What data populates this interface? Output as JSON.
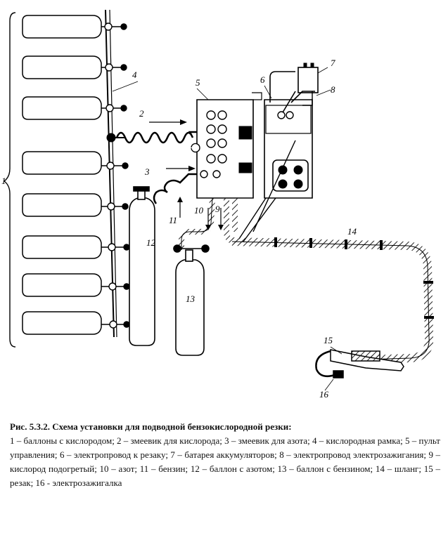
{
  "figure": {
    "callouts": [
      "1",
      "2",
      "3",
      "4",
      "5",
      "6",
      "7",
      "8",
      "9",
      "10",
      "11",
      "12",
      "13",
      "14",
      "15",
      "16"
    ]
  },
  "caption": {
    "title": "Рис. 5.3.2. Схема установки для подводной бензокислородной резки:",
    "legend": "1 – баллоны с кислородом; 2 – змеевик для кислорода; 3 – змеевик для азота; 4 – кислородная рамка; 5 – пульт управления; 6 – электропровод к резаку; 7 – батарея аккумуляторов; 8 – электропровод электрозажигания; 9 – кислород подогретый; 10 – азот; 11 – бензин; 12 – баллон с азотом; 13 – баллон с бензином; 14 – шланг; 15 – резак; 16 - электрозажигалка"
  }
}
